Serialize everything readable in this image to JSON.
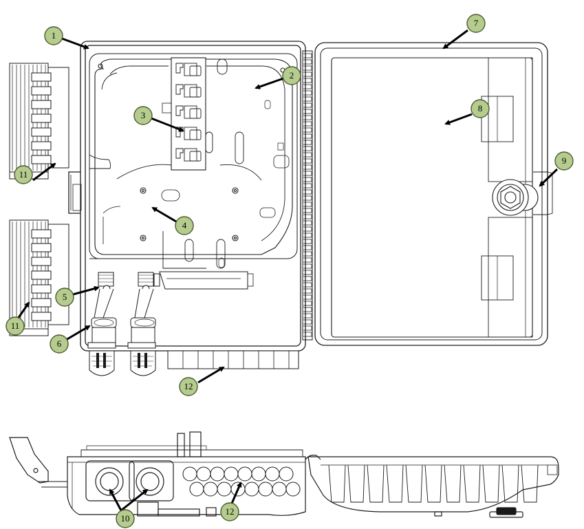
{
  "diagram": {
    "kind": "fiber-distribution-box-exploded-view",
    "callout_fill": "#b5cc8e",
    "callout_stroke": "#4a5a30",
    "line_color": "#1a1a1a",
    "arrow_color": "#000000",
    "callouts": [
      {
        "id": "1",
        "label": "1"
      },
      {
        "id": "2",
        "label": "2"
      },
      {
        "id": "3",
        "label": "3"
      },
      {
        "id": "4",
        "label": "4"
      },
      {
        "id": "5",
        "label": "5"
      },
      {
        "id": "6",
        "label": "6"
      },
      {
        "id": "7",
        "label": "7"
      },
      {
        "id": "8",
        "label": "8"
      },
      {
        "id": "9",
        "label": "9"
      },
      {
        "id": "10",
        "label": "10"
      },
      {
        "id": "11a",
        "label": "11"
      },
      {
        "id": "11b",
        "label": "11"
      },
      {
        "id": "12a",
        "label": "12"
      },
      {
        "id": "12b",
        "label": "12"
      }
    ]
  }
}
